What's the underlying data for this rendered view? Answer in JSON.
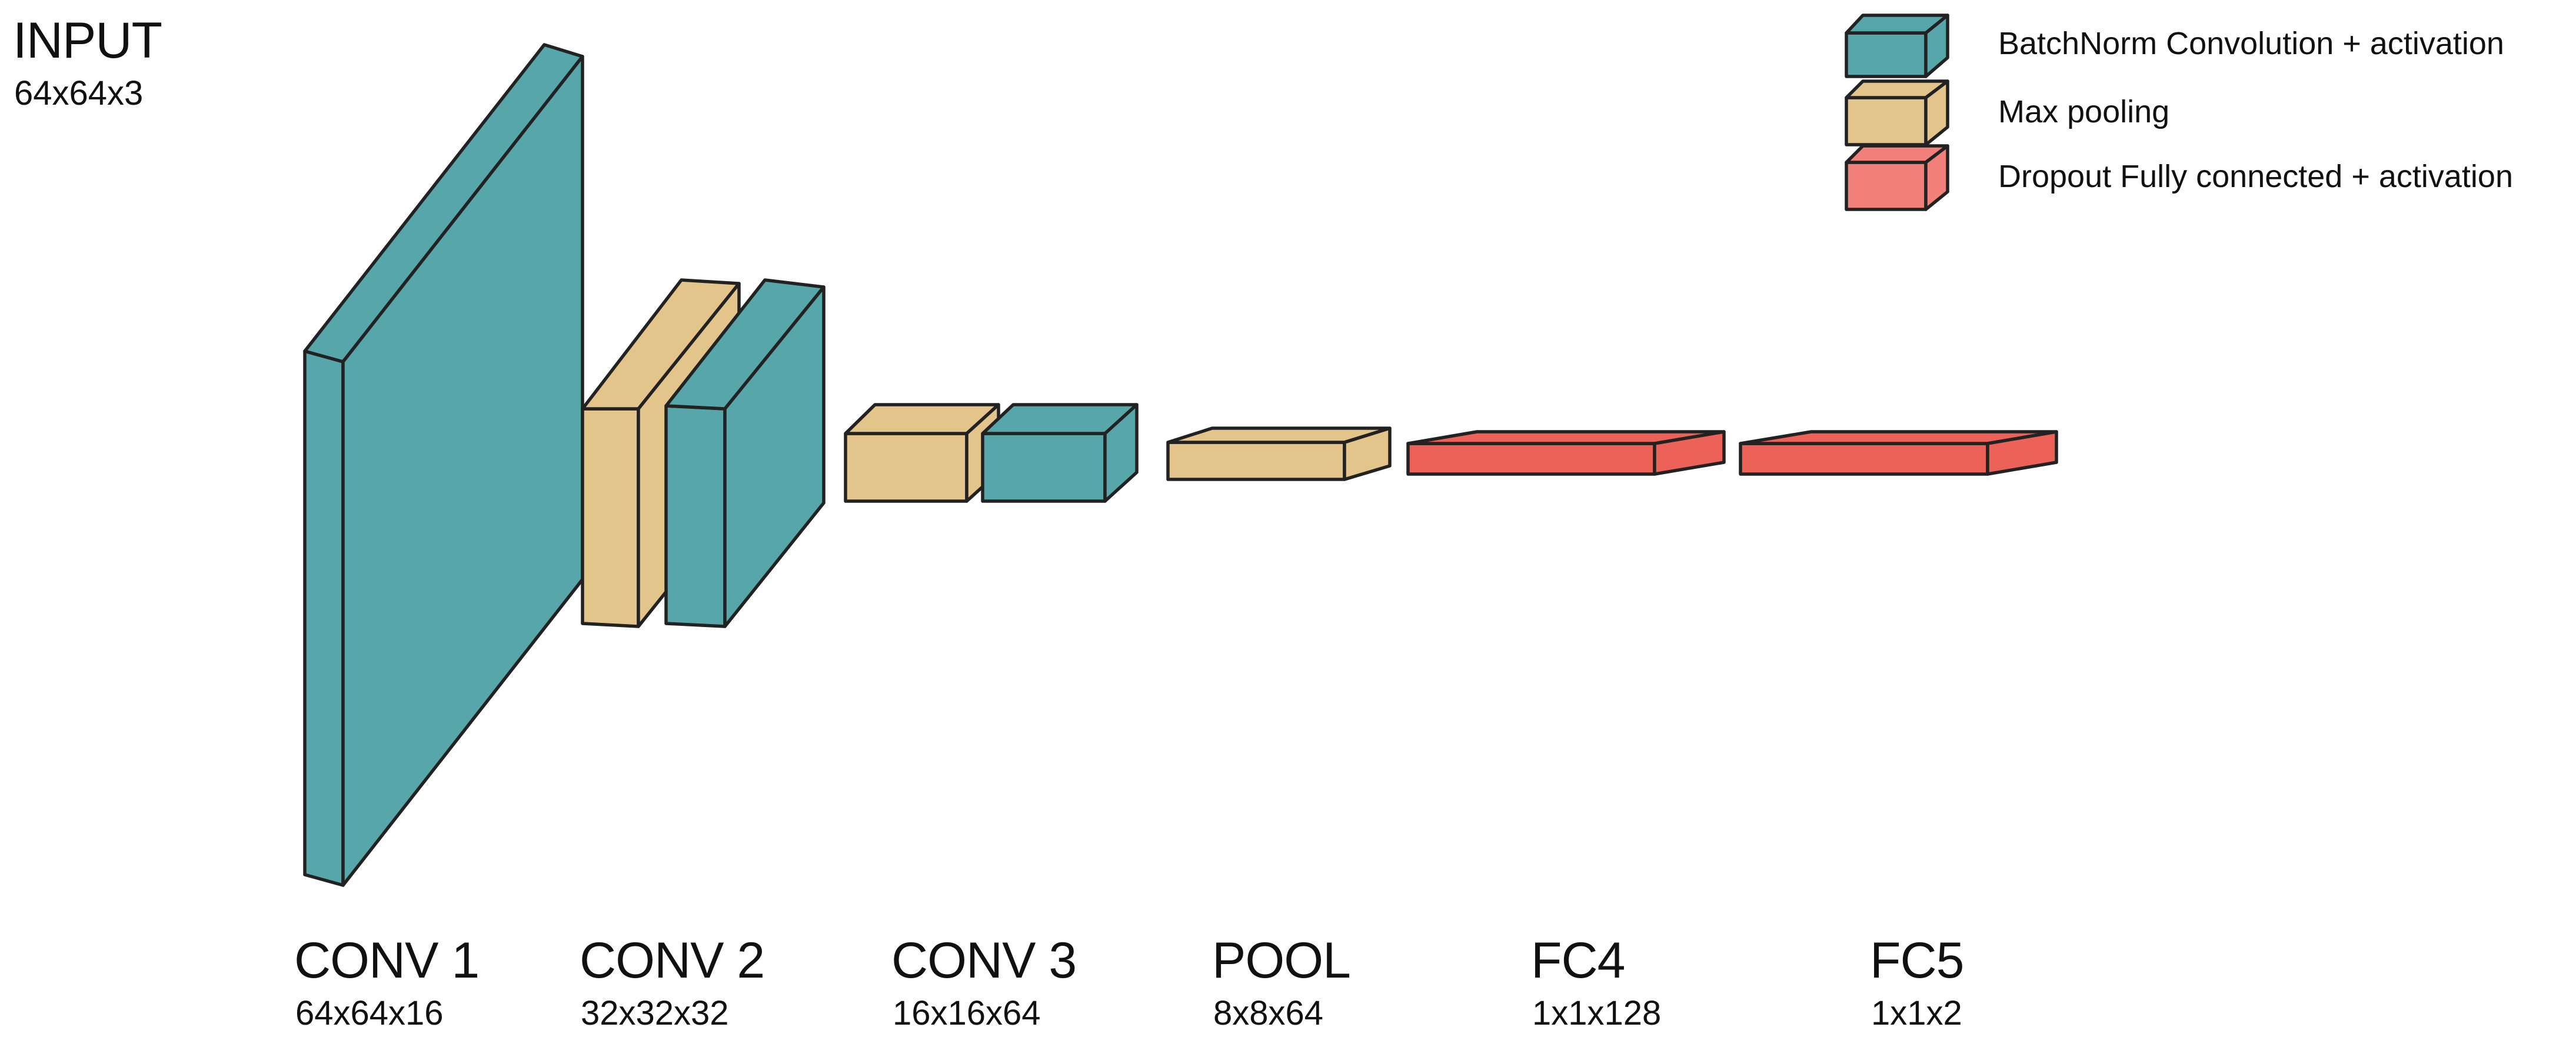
{
  "input": {
    "title": "INPUT",
    "dims": "64x64x3"
  },
  "layers": [
    {
      "name": "CONV 1",
      "dims": "64x64x16"
    },
    {
      "name": "CONV 2",
      "dims": "32x32x32"
    },
    {
      "name": "CONV 3",
      "dims": "16x16x64"
    },
    {
      "name": "POOL",
      "dims": "8x8x64"
    },
    {
      "name": "FC4",
      "dims": "1x1x128"
    },
    {
      "name": "FC5",
      "dims": "1x1x2"
    }
  ],
  "legend": [
    {
      "label": "BatchNorm Convolution + activation",
      "color": "#57a6aa"
    },
    {
      "label": "Max pooling",
      "color": "#e3c58b"
    },
    {
      "label": "Dropout Fully connected + activation",
      "color": "#f08079"
    }
  ],
  "colors": {
    "conv": "#57a6aa",
    "pool": "#e3c58b",
    "fc": "#ec6259",
    "outline": "#222222"
  }
}
